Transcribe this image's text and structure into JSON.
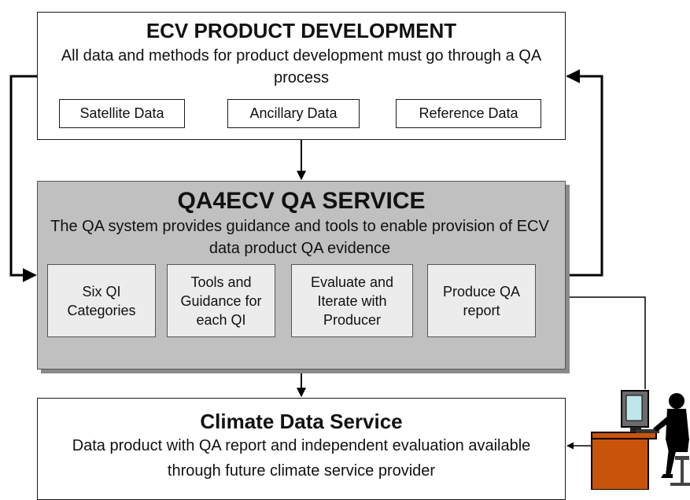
{
  "product_development": {
    "title": "ECV PRODUCT DEVELOPMENT",
    "description": "All data and methods for product development must go through a QA process",
    "inputs": [
      "Satellite Data",
      "Ancillary Data",
      "Reference Data"
    ]
  },
  "qa_service": {
    "title": "QA4ECV QA SERVICE",
    "description": "The QA system provides guidance and tools to enable provision of ECV data product QA evidence",
    "components": [
      "Six QI Categories",
      "Tools and Guidance for each QI",
      "Evaluate and Iterate with Producer",
      "Produce QA report"
    ]
  },
  "climate_service": {
    "title": "Climate Data Service",
    "description": "Data product with QA report and independent evaluation available through future climate service provider"
  },
  "colors": {
    "qa_fill": "#c0c0c0",
    "qi_fill": "#ececec",
    "desk": "#c8540c",
    "figure": "#000000"
  }
}
